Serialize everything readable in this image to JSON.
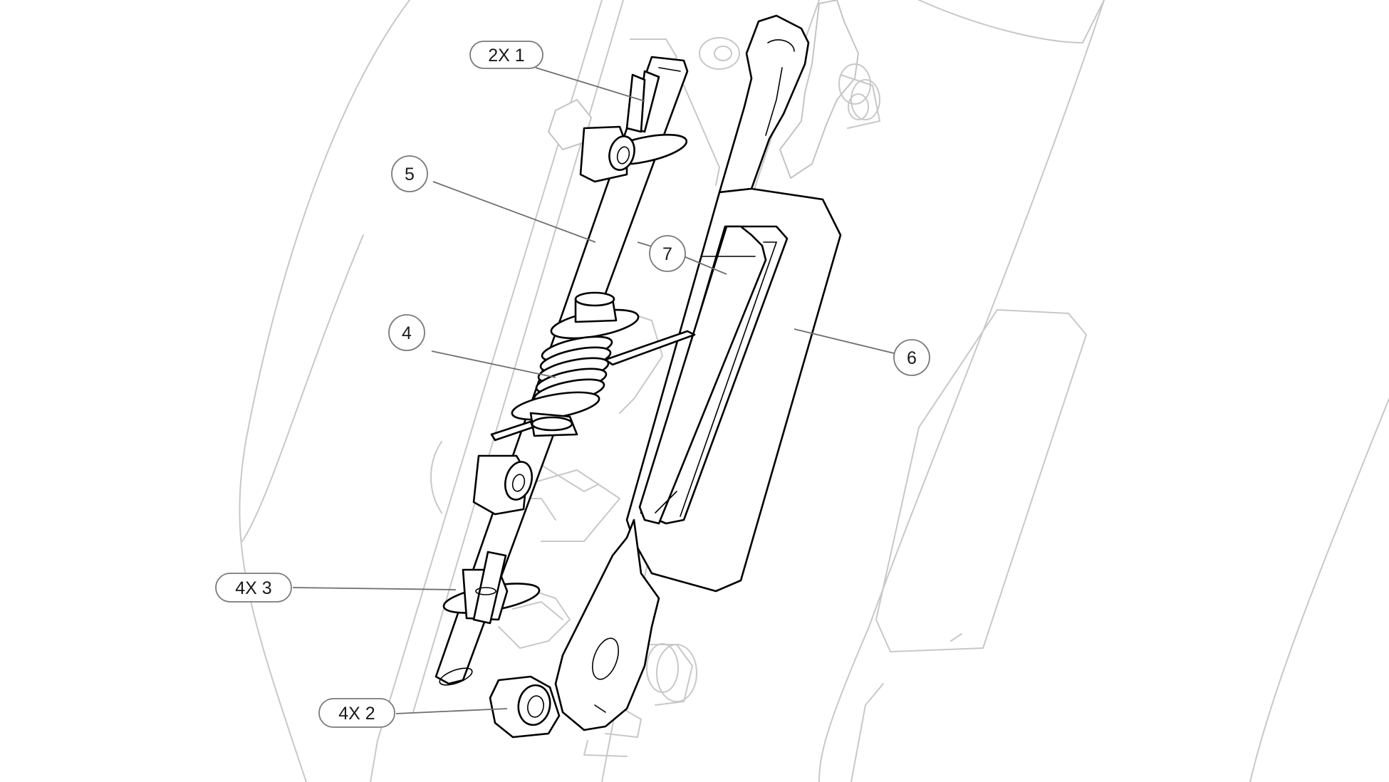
{
  "callouts": {
    "c_2x1": "2X 1",
    "c_5": "5",
    "c_7": "7",
    "c_4": "4",
    "c_6": "6",
    "c_4x3": "4X 3",
    "c_4x2": "4X 2"
  },
  "colors": {
    "part_stroke": "#000000",
    "background_stroke": "#c8c8c8",
    "leader": "#6e6e6e",
    "background": "#ffffff"
  }
}
